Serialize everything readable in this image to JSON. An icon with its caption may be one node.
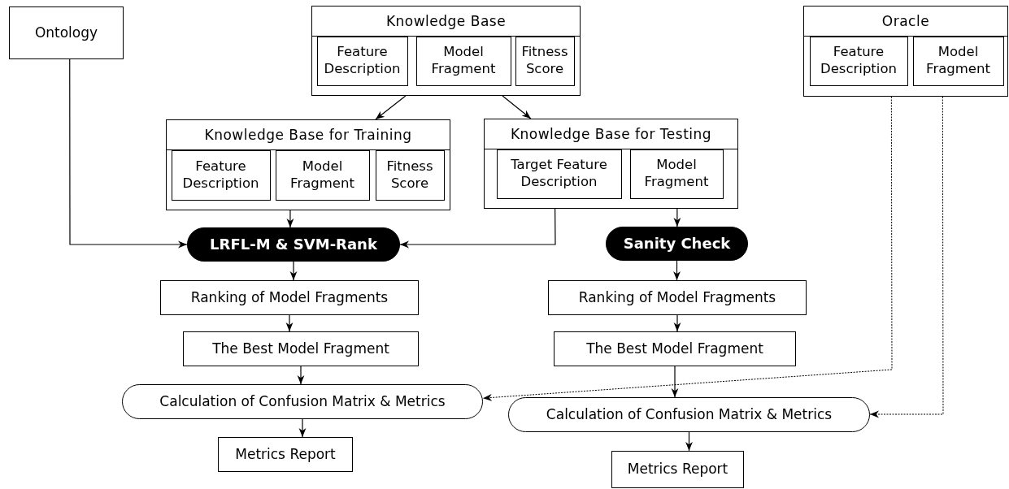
{
  "diagram": {
    "nodes": [
      {
        "text": [
          "Ontology"
        ]
      },
      {
        "text": [
          "Knowledge Base"
        ]
      },
      {
        "text": [
          "Feature Description"
        ],
        "in": 1
      },
      {
        "text": [
          "Model Fragment"
        ],
        "in": 1
      },
      {
        "text": [
          "Fitness Score"
        ],
        "in": 1
      },
      {
        "text": [
          "Oracle"
        ]
      },
      {
        "text": [
          "Feature Description"
        ],
        "in": 5
      },
      {
        "text": [
          "Model Fragment"
        ],
        "in": 5
      },
      {
        "text": [
          "Knowledge Base for Training"
        ]
      },
      {
        "text": [
          "Feature Description"
        ],
        "in": 8
      },
      {
        "text": [
          "Model Fragment"
        ],
        "in": 8
      },
      {
        "text": [
          "Fitness Score"
        ],
        "in": 8
      },
      {
        "text": [
          "Knowledge Base for Testing"
        ]
      },
      {
        "text": [
          "Target Feature Description"
        ],
        "in": 12
      },
      {
        "text": [
          "Model Fragment"
        ],
        "in": 12
      },
      {
        "text": [
          "LRFL-M & SVM-Rank"
        ]
      },
      {
        "text": [
          "Sanity Check"
        ]
      },
      {
        "text": [
          "Ranking of Model Fragments"
        ]
      },
      {
        "text": [
          "Ranking of Model Fragments"
        ]
      },
      {
        "text": [
          "The Best Model Fragment"
        ]
      },
      {
        "text": [
          "The Best Model Fragment"
        ]
      },
      {
        "text": [
          "Calculation of Confusion Matrix & Metrics"
        ]
      },
      {
        "text": [
          "Calculation of Confusion Matrix & Metrics"
        ]
      },
      {
        "text": [
          "Metrics Report"
        ]
      },
      {
        "text": [
          "Metrics Report"
        ]
      }
    ],
    "edges": [
      {
        "from": 1,
        "to": 8,
        "arrow": "to"
      },
      {
        "from": 1,
        "to": 12,
        "arrow": "to"
      },
      {
        "from": 0,
        "to": 15,
        "arrow": "to"
      },
      {
        "from": 8,
        "to": 15,
        "arrow": "to"
      },
      {
        "from": 12,
        "to": 15,
        "arrow": "to"
      },
      {
        "from": 12,
        "to": 16,
        "arrow": "to"
      },
      {
        "from": 15,
        "to": 17,
        "arrow": "to"
      },
      {
        "from": 17,
        "to": 19,
        "arrow": "to"
      },
      {
        "from": 19,
        "to": 21,
        "arrow": "to"
      },
      {
        "from": 21,
        "to": 23,
        "arrow": "to"
      },
      {
        "from": 16,
        "to": 18,
        "arrow": "to"
      },
      {
        "from": 18,
        "to": 20,
        "arrow": "to"
      },
      {
        "from": 20,
        "to": 22,
        "arrow": "to"
      },
      {
        "from": 22,
        "to": 24,
        "arrow": "to"
      },
      {
        "from": 5,
        "to": 21,
        "arrow": "to",
        "style": "dashed"
      },
      {
        "from": 5,
        "to": 22,
        "arrow": "to",
        "style": "dashed"
      }
    ]
  }
}
